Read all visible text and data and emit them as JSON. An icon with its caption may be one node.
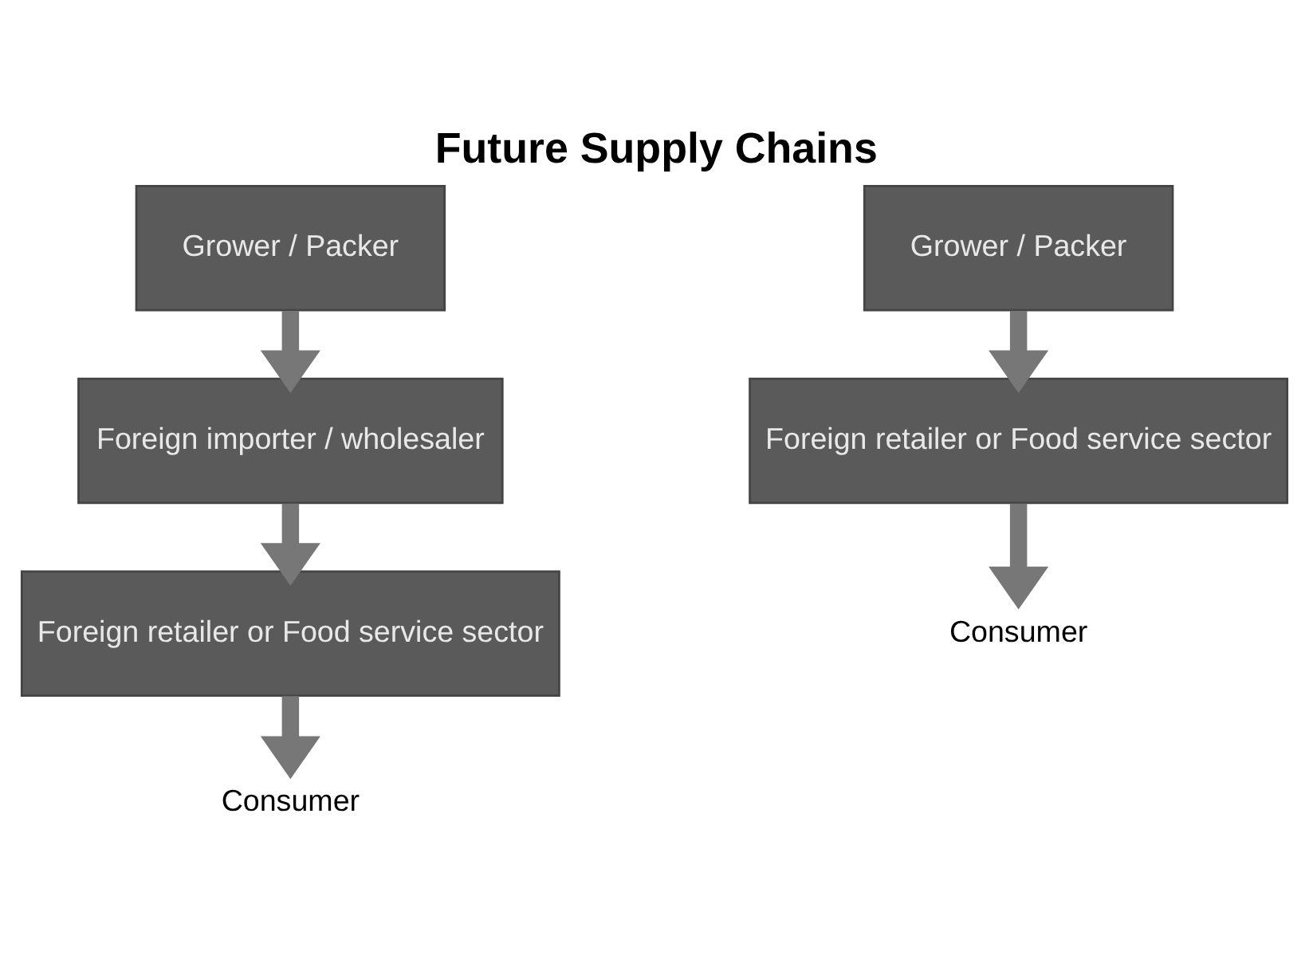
{
  "diagram": {
    "title": "Future Supply Chains",
    "nodes": [
      {
        "text": [
          "Grower / Packer"
        ]
      },
      {
        "text": [
          "Foreign importer / wholesaler"
        ]
      },
      {
        "text": [
          "Foreign retailer or Food service sector"
        ]
      },
      {
        "text": [
          "Consumer"
        ]
      },
      {
        "text": [
          "Grower / Packer"
        ]
      },
      {
        "text": [
          "Foreign retailer or Food service sector"
        ]
      },
      {
        "text": [
          "Consumer"
        ]
      }
    ],
    "edges": [
      {
        "from": 0,
        "to": 1,
        "arrow": "to"
      },
      {
        "from": 1,
        "to": 2,
        "arrow": "to"
      },
      {
        "from": 2,
        "to": 3,
        "arrow": "to"
      },
      {
        "from": 4,
        "to": 5,
        "arrow": "to"
      },
      {
        "from": 5,
        "to": 6,
        "arrow": "to"
      }
    ]
  }
}
